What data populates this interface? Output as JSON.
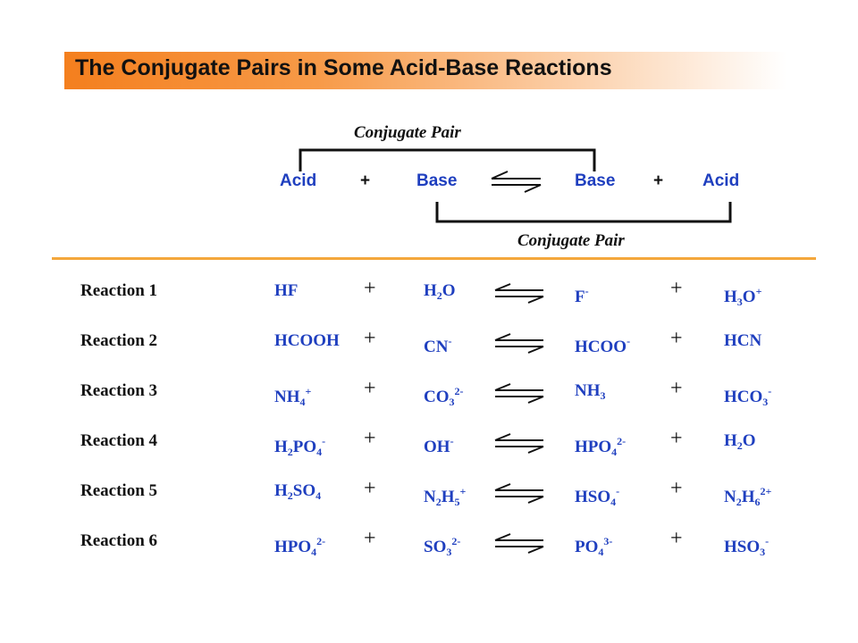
{
  "title": "The Conjugate Pairs in Some Acid-Base Reactions",
  "general": {
    "top_label": "Conjugate Pair",
    "bottom_label": "Conjugate Pair",
    "acid1": "Acid",
    "plus1": "+",
    "base1": "Base",
    "base2": "Base",
    "plus2": "+",
    "acid2": "Acid"
  },
  "reactions": [
    {
      "label": "Reaction 1",
      "acid": [
        [
          "HF",
          ""
        ]
      ],
      "plus1": "+",
      "base": [
        [
          "H",
          ""
        ],
        [
          "2",
          "sub"
        ],
        [
          "O",
          ""
        ]
      ],
      "conj_base": [
        [
          "F",
          ""
        ],
        [
          "-",
          "sup"
        ]
      ],
      "plus2": "+",
      "conj_acid": [
        [
          "H",
          ""
        ],
        [
          "3",
          "sub"
        ],
        [
          "O",
          ""
        ],
        [
          "+",
          "sup"
        ]
      ]
    },
    {
      "label": "Reaction 2",
      "acid": [
        [
          "HCOOH",
          ""
        ]
      ],
      "plus1": "+",
      "base": [
        [
          "CN",
          ""
        ],
        [
          "-",
          "sup"
        ]
      ],
      "conj_base": [
        [
          "HCOO",
          ""
        ],
        [
          "-",
          "sup"
        ]
      ],
      "plus2": "+",
      "conj_acid": [
        [
          "HCN",
          ""
        ]
      ]
    },
    {
      "label": "Reaction 3",
      "acid": [
        [
          "NH",
          ""
        ],
        [
          "4",
          "sub"
        ],
        [
          "+",
          "sup"
        ]
      ],
      "plus1": "+",
      "base": [
        [
          "CO",
          ""
        ],
        [
          "3",
          "sub"
        ],
        [
          "2-",
          "sup"
        ]
      ],
      "conj_base": [
        [
          "NH",
          ""
        ],
        [
          "3",
          "sub"
        ]
      ],
      "plus2": "+",
      "conj_acid": [
        [
          "HCO",
          ""
        ],
        [
          "3",
          "sub"
        ],
        [
          "-",
          "sup"
        ]
      ]
    },
    {
      "label": "Reaction 4",
      "acid": [
        [
          "H",
          ""
        ],
        [
          "2",
          "sub"
        ],
        [
          "PO",
          ""
        ],
        [
          "4",
          "sub"
        ],
        [
          "-",
          "sup"
        ]
      ],
      "plus1": "+",
      "base": [
        [
          "OH",
          ""
        ],
        [
          "-",
          "sup"
        ]
      ],
      "conj_base": [
        [
          "HPO",
          ""
        ],
        [
          "4",
          "sub"
        ],
        [
          "2-",
          "sup"
        ]
      ],
      "plus2": "+",
      "conj_acid": [
        [
          "H",
          ""
        ],
        [
          "2",
          "sub"
        ],
        [
          "O",
          ""
        ]
      ]
    },
    {
      "label": "Reaction 5",
      "acid": [
        [
          "H",
          ""
        ],
        [
          "2",
          "sub"
        ],
        [
          "SO",
          ""
        ],
        [
          "4",
          "sub"
        ]
      ],
      "plus1": "+",
      "base": [
        [
          "N",
          ""
        ],
        [
          "2",
          "sub"
        ],
        [
          "H",
          ""
        ],
        [
          "5",
          "sub"
        ],
        [
          "+",
          "sup"
        ]
      ],
      "conj_base": [
        [
          "HSO",
          ""
        ],
        [
          "4",
          "sub"
        ],
        [
          "-",
          "sup"
        ]
      ],
      "plus2": "+",
      "conj_acid": [
        [
          "N",
          ""
        ],
        [
          "2",
          "sub"
        ],
        [
          "H",
          ""
        ],
        [
          "6",
          "sub"
        ],
        [
          "2+",
          "sup"
        ]
      ]
    },
    {
      "label": "Reaction 6",
      "acid": [
        [
          "HPO",
          ""
        ],
        [
          "4",
          "sub"
        ],
        [
          "2-",
          "sup"
        ]
      ],
      "plus1": "+",
      "base": [
        [
          "SO",
          ""
        ],
        [
          "3",
          "sub"
        ],
        [
          "2-",
          "sup"
        ]
      ],
      "conj_base": [
        [
          "PO",
          ""
        ],
        [
          "4",
          "sub"
        ],
        [
          "3-",
          "sup"
        ]
      ],
      "plus2": "+",
      "conj_acid": [
        [
          "HSO",
          ""
        ],
        [
          "3",
          "sub"
        ],
        [
          "-",
          "sup"
        ]
      ]
    }
  ],
  "colors": {
    "title_bar": "#f47f1e",
    "species": "#1f3fbf",
    "divider": "#f4a73c"
  },
  "icons": {
    "equilibrium": "equilibrium-arrows-icon"
  }
}
